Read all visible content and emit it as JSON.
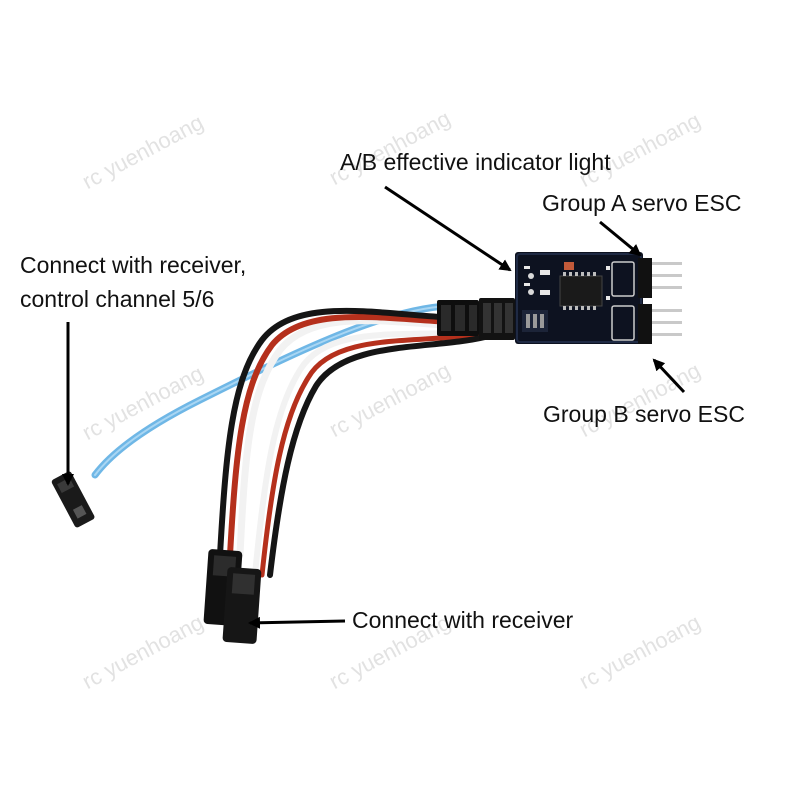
{
  "labels": {
    "indicator": "A/B effective indicator light",
    "group_a": "Group A servo ESC",
    "receiver_ch": [
      "Connect with receiver,",
      "control channel 5/6"
    ],
    "group_b": "Group B servo ESC",
    "receiver": "Connect with receiver"
  },
  "watermark": "rc yuenhoang",
  "colors": {
    "pcb": "#0d1220",
    "blue_wire": "#6fb7e6",
    "black_wire": "#151515",
    "red_wire": "#b5301c",
    "white_wire": "#f2f2f2",
    "arrow": "#000000"
  }
}
